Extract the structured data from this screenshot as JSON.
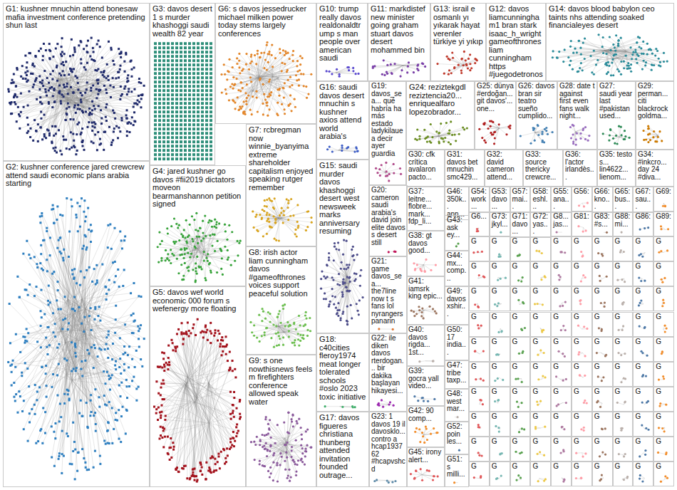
{
  "diagram": {
    "nodes": [
      {
        "text": [
          "G1: kushner mnuchin attend bonesaw mafia investment conference pretending shun last"
        ]
      },
      {
        "text": [
          "G3: davos desert 1 s murder khashoggi saudi wealth 82 year"
        ]
      },
      {
        "text": [
          "G6: s davos jessedrucker michael milken power today stems largely conferences"
        ]
      },
      {
        "text": [
          "G10: trump really davos realdonaldtrump s man people over american saudi"
        ]
      },
      {
        "text": [
          "G11: markdistef new minister going graham stuart davos desert mohammed bin"
        ]
      },
      {
        "text": [
          "G13: israil e osmanlı yı yıkarak hayat verenler türkiye yi yıkıp"
        ]
      },
      {
        "text": [
          "G12: davos liamcunningham1 bran stark isaac_h_wright gameofthrones liam cunningham https #juegodetronos"
        ]
      },
      {
        "text": [
          "G14: davos blood babylon ceo taints nhs attending soaked financialeyes desert"
        ]
      },
      {
        "text": [
          "G2: kushner conference jared crewcrew attend saudi economic plans arabia starting"
        ]
      },
      {
        "text": [
          "G4: jared kushner go davos #fii2019 dictators moveon bearmanshannon petition signed"
        ]
      },
      {
        "text": [
          "G7: rcbregman now winnie_byanyima extreme shareholder capitalism enjoyed speaking rutger remember"
        ]
      },
      {
        "text": [
          "G16: saudi davos desert mnuchin s kushner axios attend world arabia's"
        ]
      },
      {
        "text": [
          "G19: davos_sea... qué habría ha más estado ladykilauea decir ayer guardia"
        ]
      },
      {
        "text": [
          "G24: reziztekgdl reziztencia20... enriquealfaro lopezobrador..."
        ]
      },
      {
        "text": [
          "G25: dünya #erdoğan... git davos'... one..."
        ]
      },
      {
        "text": [
          "G26: davos bran sir teatro sueño cumplido..."
        ]
      },
      {
        "text": [
          "G28: date t against first even fans walk night..."
        ]
      },
      {
        "text": [
          "G27: saudi year last #pakistan used..."
        ]
      },
      {
        "text": [
          "G29: perman... citi blackrock goldma..."
        ]
      },
      {
        "text": [
          "G8: irish actor liam cunningham davos #gameofthrones voices support peaceful solution"
        ]
      },
      {
        "text": [
          "G15: saudi murder davos khashoggi desert west newsweek marks anniversary resuming"
        ]
      },
      {
        "text": [
          "G20: cameron saudi arabia's david join elite davos s desert still"
        ]
      },
      {
        "text": [
          "G30: cfk crítica avalaron pacto..."
        ]
      },
      {
        "text": [
          "G31: davos bet mnuchin smc429..."
        ]
      },
      {
        "text": [
          "G32: david cameron attend..."
        ]
      },
      {
        "text": [
          "G33: source thericky crewcre..."
        ]
      },
      {
        "text": [
          "G36: l'actor irlandès..."
        ]
      },
      {
        "text": [
          "G35: testo s... lin4622... lienom..."
        ]
      },
      {
        "text": [
          "G34: #inkcro... day 24 #diva..."
        ]
      },
      {
        "text": [
          "G5: davos wef world economic 000 forum s wefenergy more floating"
        ]
      },
      {
        "text": [
          "G9: s one nowthisnews feels m firefighters conference allowed speak water"
        ]
      },
      {
        "text": [
          "G18: c40cities fleroy1974 meat longer tolerated schools #oslo 2023 toxic initiative"
        ]
      },
      {
        "text": [
          "G21: game davos_sea... the7line now t s fans lol nyrangers panarin"
        ]
      },
      {
        "text": [
          "G22: ile diken davos rterdogan... bir dakika başlayan hikayesi..."
        ]
      },
      {
        "text": [
          "G17: davos figueres christiana thunberg attended invitation founded outrage..."
        ]
      },
      {
        "text": [
          "G23: 1 davos 19 il davosklo... contro a hcap1937 62 #hcapvshcd"
        ]
      },
      {
        "text": [
          "G37: leitne... flobre... mark... fdp_li..."
        ]
      },
      {
        "text": [
          "G38: gt davos good..."
        ]
      },
      {
        "text": [
          "G41: iamsrk king epic..."
        ]
      },
      {
        "text": [
          "G40: davos rigda... 1st..."
        ]
      },
      {
        "text": [
          "G39: gocra yall video..."
        ]
      },
      {
        "text": [
          "G42: 90 comp..."
        ]
      },
      {
        "text": [
          "G45: irony alert..."
        ]
      },
      {
        "text": [
          "G46: 350k... ann..."
        ]
      },
      {
        "text": [
          "G43: ask ey..."
        ]
      },
      {
        "text": [
          "G44: mx... comp..."
        ]
      },
      {
        "text": [
          "G49: davos xshir..."
        ]
      },
      {
        "text": [
          "G50: 17 india..."
        ]
      },
      {
        "text": [
          "G47: tribe taxp..."
        ]
      },
      {
        "text": [
          "G48: west mar..."
        ]
      },
      {
        "text": [
          "G52: poin les..."
        ]
      },
      {
        "text": [
          "G51: s milli..."
        ]
      },
      {
        "text": [
          "G54: work..."
        ]
      },
      {
        "text": [
          "G53: davo..."
        ]
      },
      {
        "text": [
          "G57: mai..."
        ]
      },
      {
        "text": [
          "G58: eshl..."
        ]
      },
      {
        "text": [
          "G55: ana..."
        ]
      },
      {
        "text": [
          "G56:"
        ]
      },
      {
        "text": [
          "G66: kno..."
        ]
      },
      {
        "text": [
          "G65: bus..."
        ]
      },
      {
        "text": [
          "G67: sau..."
        ]
      },
      {
        "text": [
          "G69:"
        ]
      },
      {
        "text": [
          "G6..."
        ]
      },
      {
        "text": [
          "G73: jkyl..."
        ]
      },
      {
        "text": [
          "G71: davo..."
        ]
      },
      {
        "text": [
          "G72: yas..."
        ]
      },
      {
        "text": [
          "G8... jas..."
        ]
      },
      {
        "text": [
          "G81:"
        ]
      },
      {
        "text": [
          "G83: #s..."
        ]
      },
      {
        "text": [
          "G88: mi..."
        ]
      },
      {
        "text": [
          "G86:"
        ]
      },
      {
        "text": [
          "G89:"
        ]
      },
      {
        "text": [
          "G"
        ]
      },
      {
        "text": [
          "G"
        ]
      },
      {
        "text": [
          "G"
        ]
      },
      {
        "text": [
          "G"
        ]
      },
      {
        "text": [
          "G"
        ]
      },
      {
        "text": [
          "G"
        ]
      },
      {
        "text": [
          "G"
        ]
      },
      {
        "text": [
          "G"
        ]
      },
      {
        "text": [
          "G"
        ]
      },
      {
        "text": [
          "G"
        ]
      },
      {
        "text": [
          "G"
        ]
      },
      {
        "text": [
          "G"
        ]
      },
      {
        "text": [
          "G"
        ]
      },
      {
        "text": [
          "G"
        ]
      },
      {
        "text": [
          "G"
        ]
      },
      {
        "text": [
          "G"
        ]
      },
      {
        "text": [
          "G"
        ]
      },
      {
        "text": [
          "G"
        ]
      },
      {
        "text": [
          "G"
        ]
      },
      {
        "text": [
          "G"
        ]
      },
      {
        "text": [
          "G"
        ]
      },
      {
        "text": [
          "G"
        ]
      },
      {
        "text": [
          "G"
        ]
      },
      {
        "text": [
          "G"
        ]
      },
      {
        "text": [
          "G"
        ]
      },
      {
        "text": [
          "G"
        ]
      },
      {
        "text": [
          "G"
        ]
      },
      {
        "text": [
          "G"
        ]
      },
      {
        "text": [
          "G"
        ]
      },
      {
        "text": [
          "G"
        ]
      },
      {
        "text": [
          "G"
        ]
      },
      {
        "text": [
          "G"
        ]
      },
      {
        "text": [
          "G"
        ]
      },
      {
        "text": [
          "G"
        ]
      },
      {
        "text": [
          "G"
        ]
      },
      {
        "text": [
          "G"
        ]
      },
      {
        "text": [
          "G"
        ]
      },
      {
        "text": [
          "G"
        ]
      },
      {
        "text": [
          "G"
        ]
      },
      {
        "text": [
          "G"
        ]
      },
      {
        "text": [
          "G"
        ]
      },
      {
        "text": [
          "G"
        ]
      },
      {
        "text": [
          "G"
        ]
      },
      {
        "text": [
          "G"
        ]
      },
      {
        "text": [
          "G"
        ]
      },
      {
        "text": [
          "G"
        ]
      },
      {
        "text": [
          "G"
        ]
      },
      {
        "text": [
          "G"
        ]
      },
      {
        "text": [
          "G"
        ]
      },
      {
        "text": [
          "G"
        ]
      },
      {
        "text": [
          "G"
        ]
      },
      {
        "text": [
          "G"
        ]
      },
      {
        "text": [
          "G"
        ]
      },
      {
        "text": [
          "G"
        ]
      },
      {
        "text": [
          "G"
        ]
      },
      {
        "text": [
          "G"
        ]
      },
      {
        "text": [
          "G"
        ]
      },
      {
        "text": [
          "G"
        ]
      },
      {
        "text": [
          "G"
        ]
      },
      {
        "text": [
          "G"
        ]
      },
      {
        "text": [
          "G"
        ]
      },
      {
        "text": [
          "G"
        ]
      },
      {
        "text": [
          "G"
        ]
      },
      {
        "text": [
          "G"
        ]
      },
      {
        "text": [
          "G"
        ]
      },
      {
        "text": [
          "G"
        ]
      },
      {
        "text": [
          "G"
        ]
      },
      {
        "text": [
          "G"
        ]
      },
      {
        "text": [
          "G"
        ]
      },
      {
        "text": [
          "G"
        ]
      },
      {
        "text": [
          "G"
        ]
      },
      {
        "text": [
          "G"
        ]
      },
      {
        "text": [
          "G"
        ]
      },
      {
        "text": [
          "G"
        ]
      },
      {
        "text": [
          "G"
        ]
      },
      {
        "text": [
          "G"
        ]
      },
      {
        "text": [
          "G"
        ]
      },
      {
        "text": [
          "G"
        ]
      },
      {
        "text": [
          "G"
        ]
      },
      {
        "text": [
          "G"
        ]
      },
      {
        "text": [
          "G"
        ]
      },
      {
        "text": [
          "G"
        ]
      },
      {
        "text": [
          "G"
        ]
      },
      {
        "text": [
          "G"
        ]
      },
      {
        "text": [
          "G"
        ]
      },
      {
        "text": [
          "G"
        ]
      },
      {
        "text": [
          "G"
        ]
      },
      {
        "text": [
          "G"
        ]
      },
      {
        "text": [
          "G"
        ]
      },
      {
        "text": [
          "G"
        ]
      },
      {
        "text": [
          "G"
        ]
      },
      {
        "text": [
          "G"
        ]
      },
      {
        "text": [
          "G"
        ]
      },
      {
        "text": [
          "G"
        ]
      },
      {
        "text": [
          "G"
        ]
      },
      {
        "text": [
          "G"
        ]
      },
      {
        "text": [
          "G"
        ]
      },
      {
        "text": [
          "G"
        ]
      },
      {
        "text": [
          "G"
        ]
      },
      {
        "text": [
          "G"
        ]
      }
    ]
  }
}
